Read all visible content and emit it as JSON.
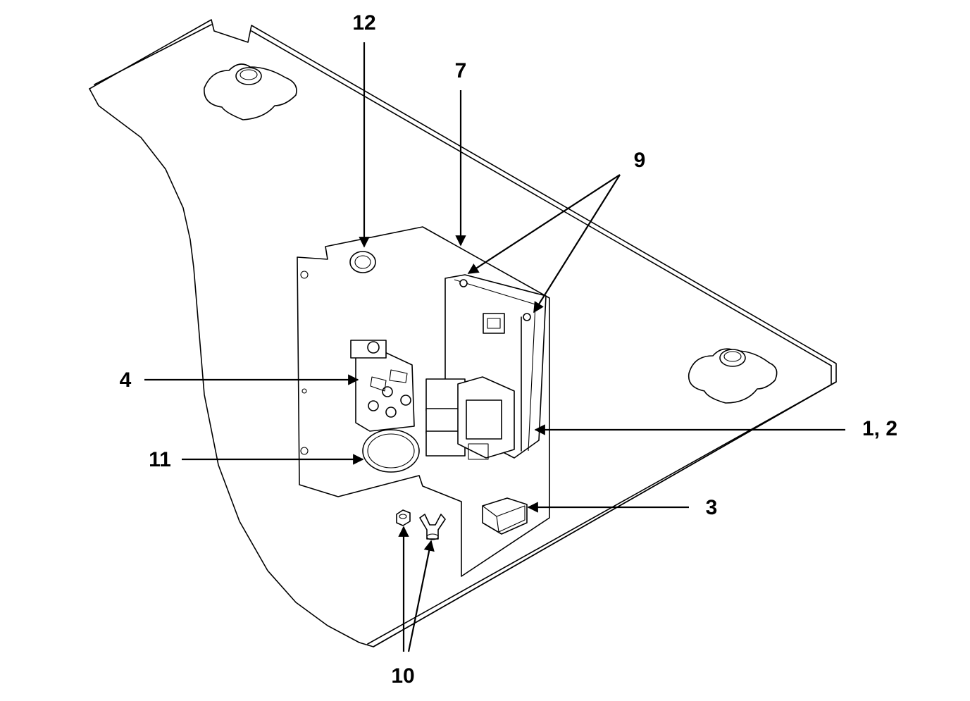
{
  "callouts": {
    "c12": "12",
    "c7": "7",
    "c9": "9",
    "c4": "4",
    "c11": "11",
    "c12b": "1, 2",
    "c3": "3",
    "c10": "10"
  }
}
